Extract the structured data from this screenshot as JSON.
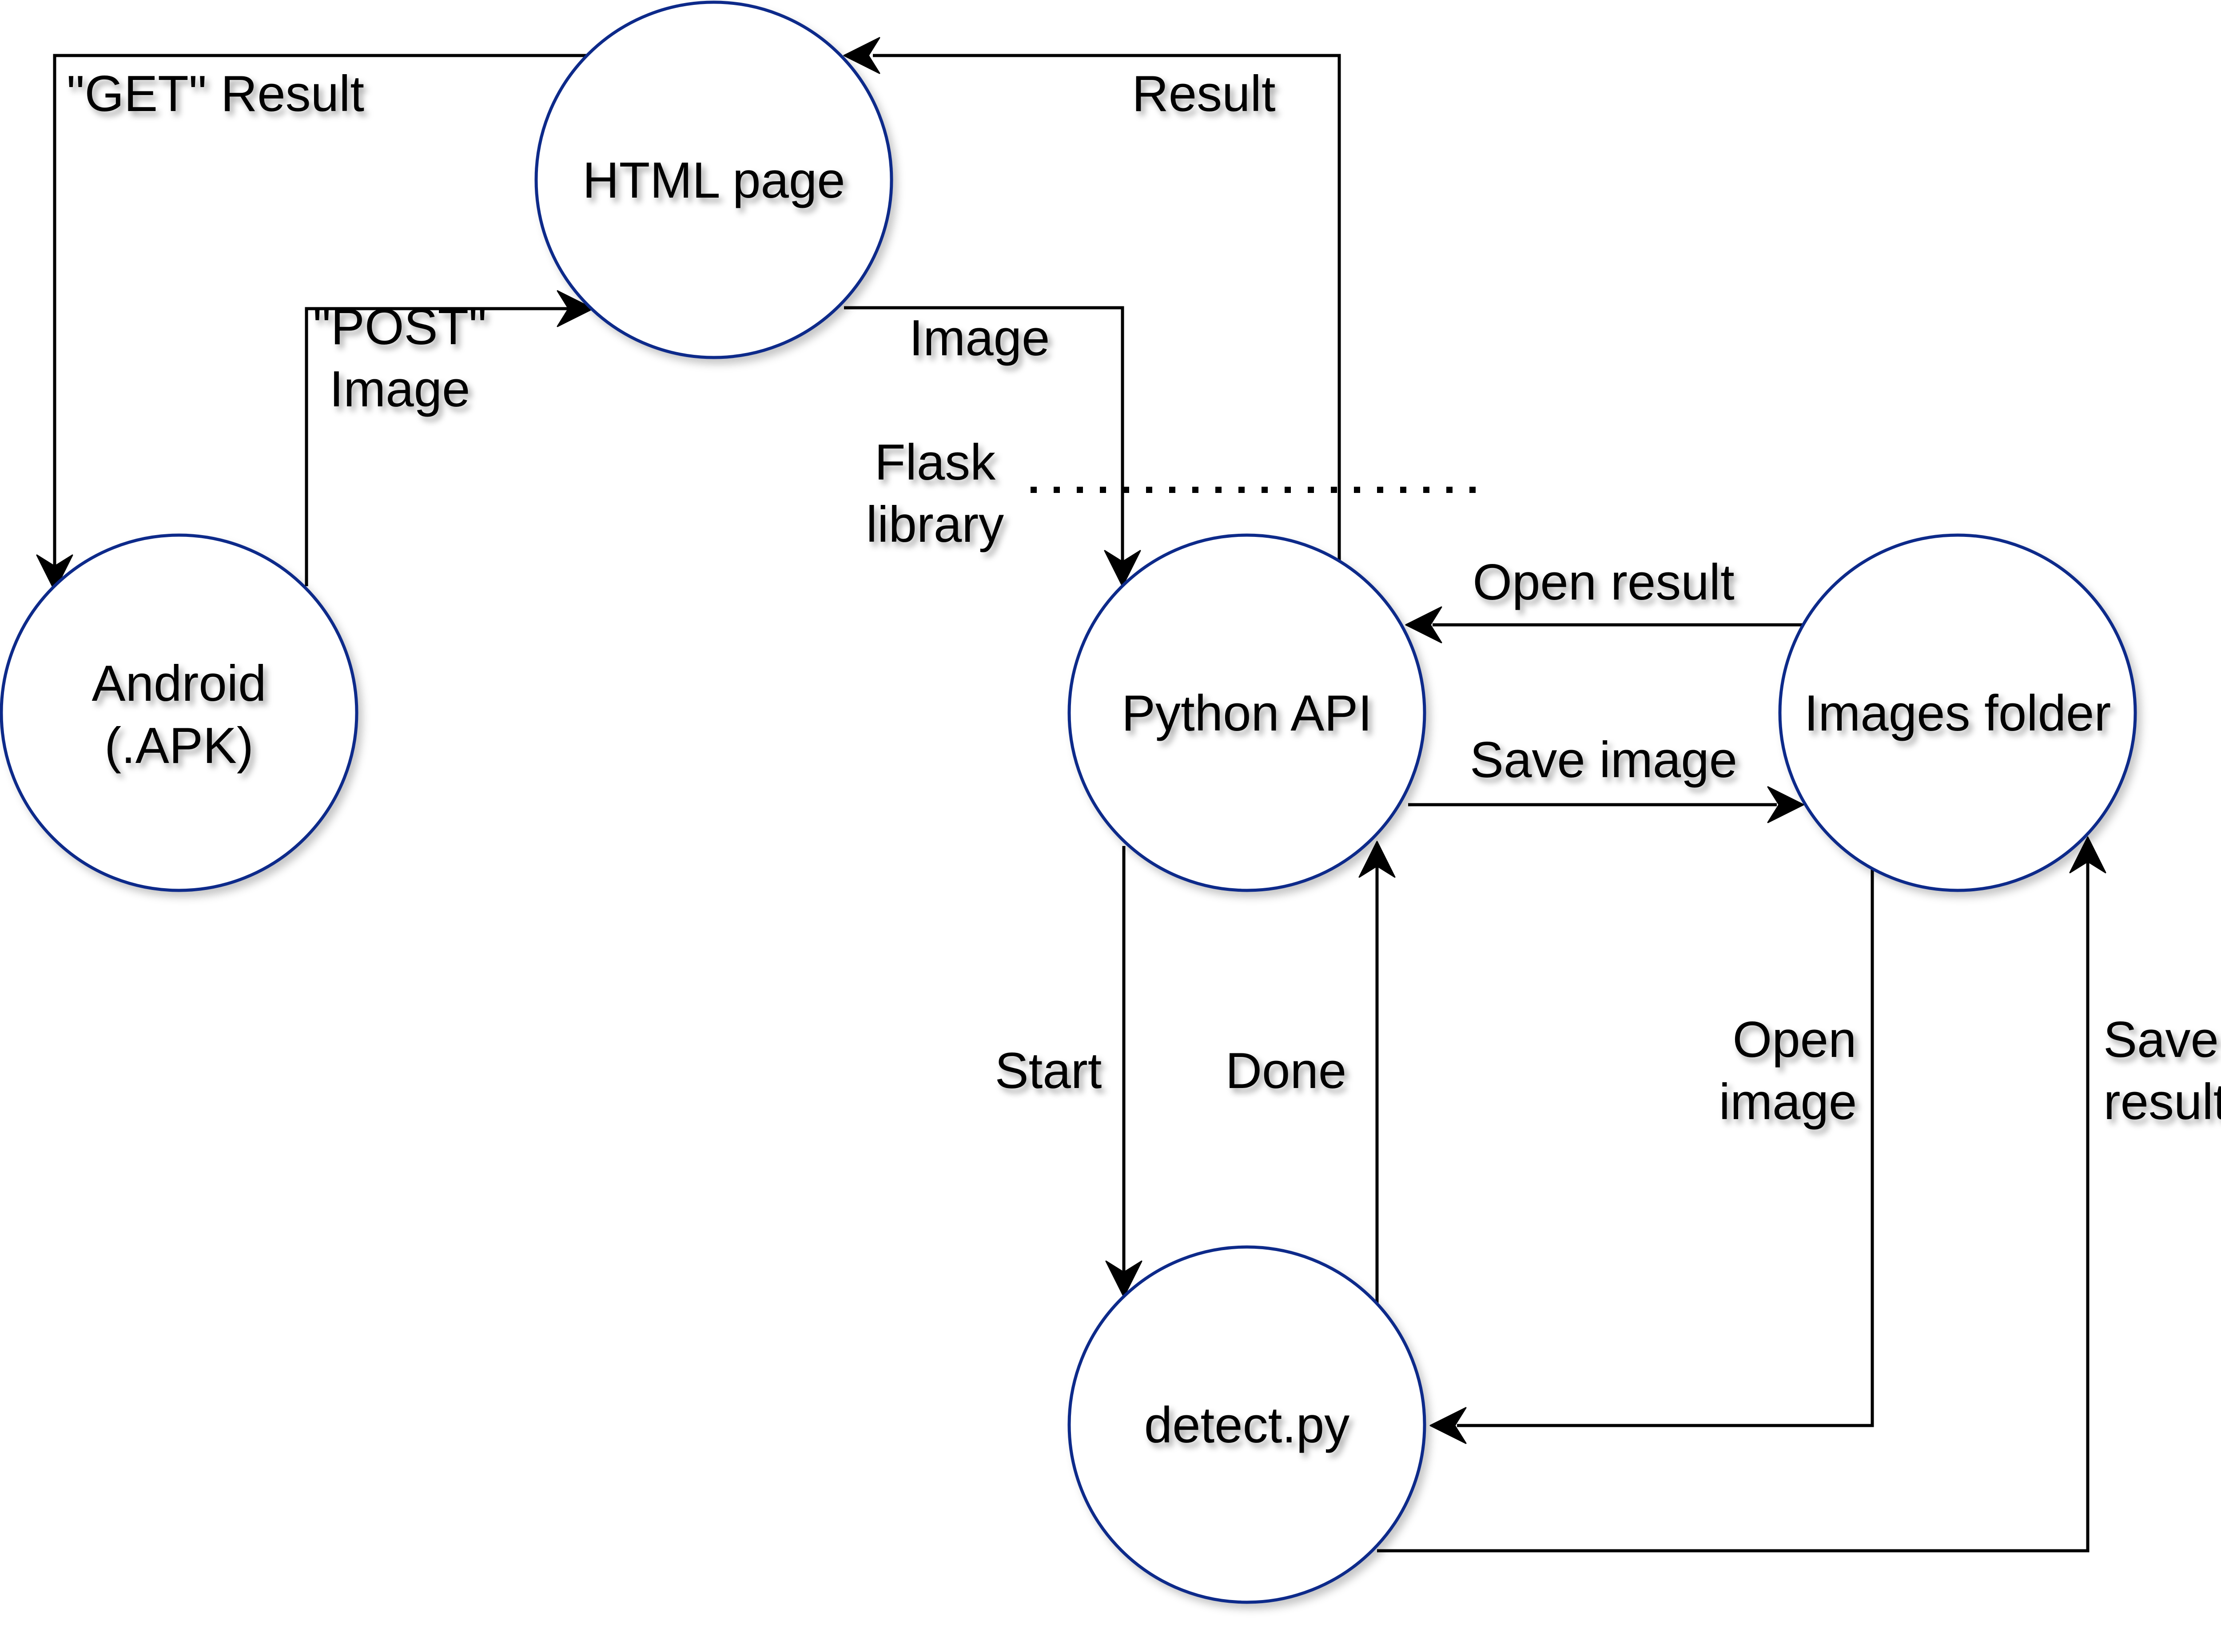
{
  "nodes": {
    "html_page": "HTML page",
    "android": [
      "Android",
      "(.APK)"
    ],
    "python_api": "Python API",
    "images_folder": "Images folder",
    "detect": "detect.py"
  },
  "edges": {
    "get_result": "\"GET\" Result",
    "post_image": [
      "\"POST\"",
      "Image"
    ],
    "image": "Image",
    "result": "Result",
    "flask_library": [
      "Flask",
      "library"
    ],
    "open_result": "Open result",
    "save_image": "Save image",
    "start": "Start",
    "done": "Done",
    "open_image": [
      "Open",
      "image"
    ],
    "save_result": [
      "Save",
      "result"
    ]
  },
  "colors": {
    "node_stroke": "#0e2a8a",
    "edge_stroke": "#000000"
  }
}
